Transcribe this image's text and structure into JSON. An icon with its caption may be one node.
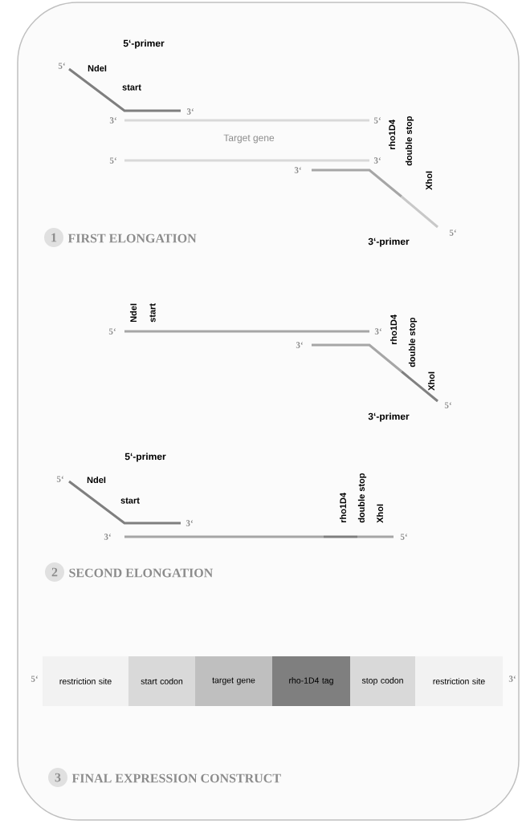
{
  "diagram": {
    "nodes": [
      {
        "text": [
          "1"
        ],
        "beside": [
          "FIRST ELONGATION"
        ]
      },
      {
        "text": [
          "2"
        ],
        "beside": [
          "SECOND ELONGATION"
        ]
      },
      {
        "text": [
          "restriction site"
        ]
      },
      {
        "text": [
          "start codon"
        ]
      },
      {
        "text": [
          "target gene"
        ]
      },
      {
        "text": [
          "rho-1D4 tag"
        ]
      },
      {
        "text": [
          "stop codon"
        ]
      },
      {
        "text": [
          "restriction site"
        ]
      },
      {
        "text": [
          "3"
        ],
        "beside": [
          "FINAL EXPRESSION CONSTRUCT"
        ]
      }
    ],
    "labels": [
      "5‘-primer",
      "5‘",
      "NdeI",
      "start",
      "3‘",
      "3‘",
      "5‘",
      "rho1D4",
      "double stop",
      "Target gene",
      "5‘",
      "3‘",
      "3‘",
      "XhoI",
      "5‘",
      "3‘-primer",
      "NdeI",
      "start",
      "rho1D4",
      "double stop",
      "5‘",
      "3‘",
      "3‘",
      "XhoI",
      "5‘",
      "3‘-primer",
      "5‘-primer",
      "5‘",
      "NdeI",
      "start",
      "rho1D4",
      "double stop",
      "XhoI",
      "3‘",
      "3‘",
      "5‘",
      "5‘",
      "3‘"
    ]
  }
}
